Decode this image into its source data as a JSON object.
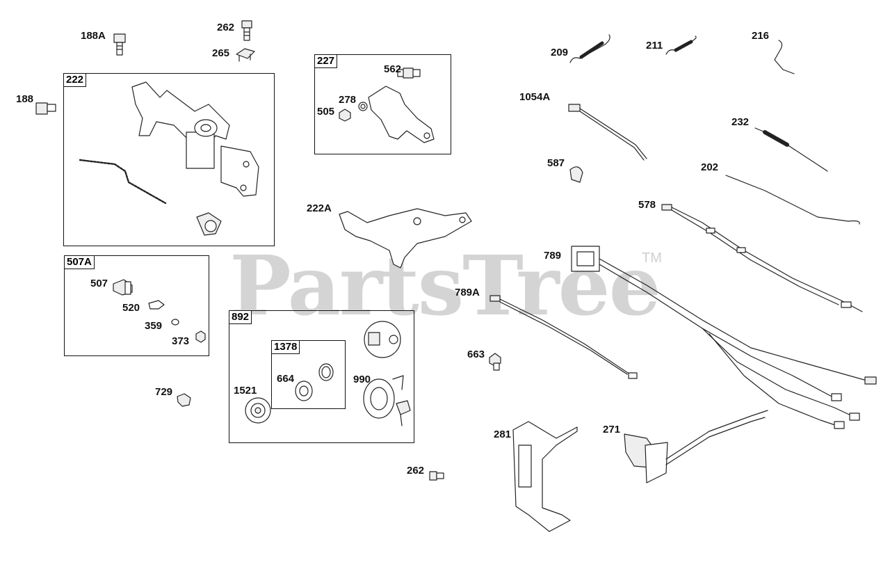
{
  "watermark": {
    "text": "PartsTree",
    "tm": "TM"
  },
  "boxes": {
    "b222": "222",
    "b227": "227",
    "b507A": "507A",
    "b892": "892",
    "b1378": "1378"
  },
  "labels": {
    "l188A": "188A",
    "l262a": "262",
    "l265": "265",
    "l188": "188",
    "l562": "562",
    "l278": "278",
    "l505": "505",
    "l222A": "222A",
    "l507": "507",
    "l520": "520",
    "l359": "359",
    "l373": "373",
    "l729": "729",
    "l1521": "1521",
    "l664": "664",
    "l990": "990",
    "l262b": "262",
    "l209": "209",
    "l211": "211",
    "l216": "216",
    "l1054A": "1054A",
    "l232": "232",
    "l587": "587",
    "l202": "202",
    "l578": "578",
    "l789": "789",
    "l789A": "789A",
    "l663": "663",
    "l281": "281",
    "l271": "271"
  }
}
